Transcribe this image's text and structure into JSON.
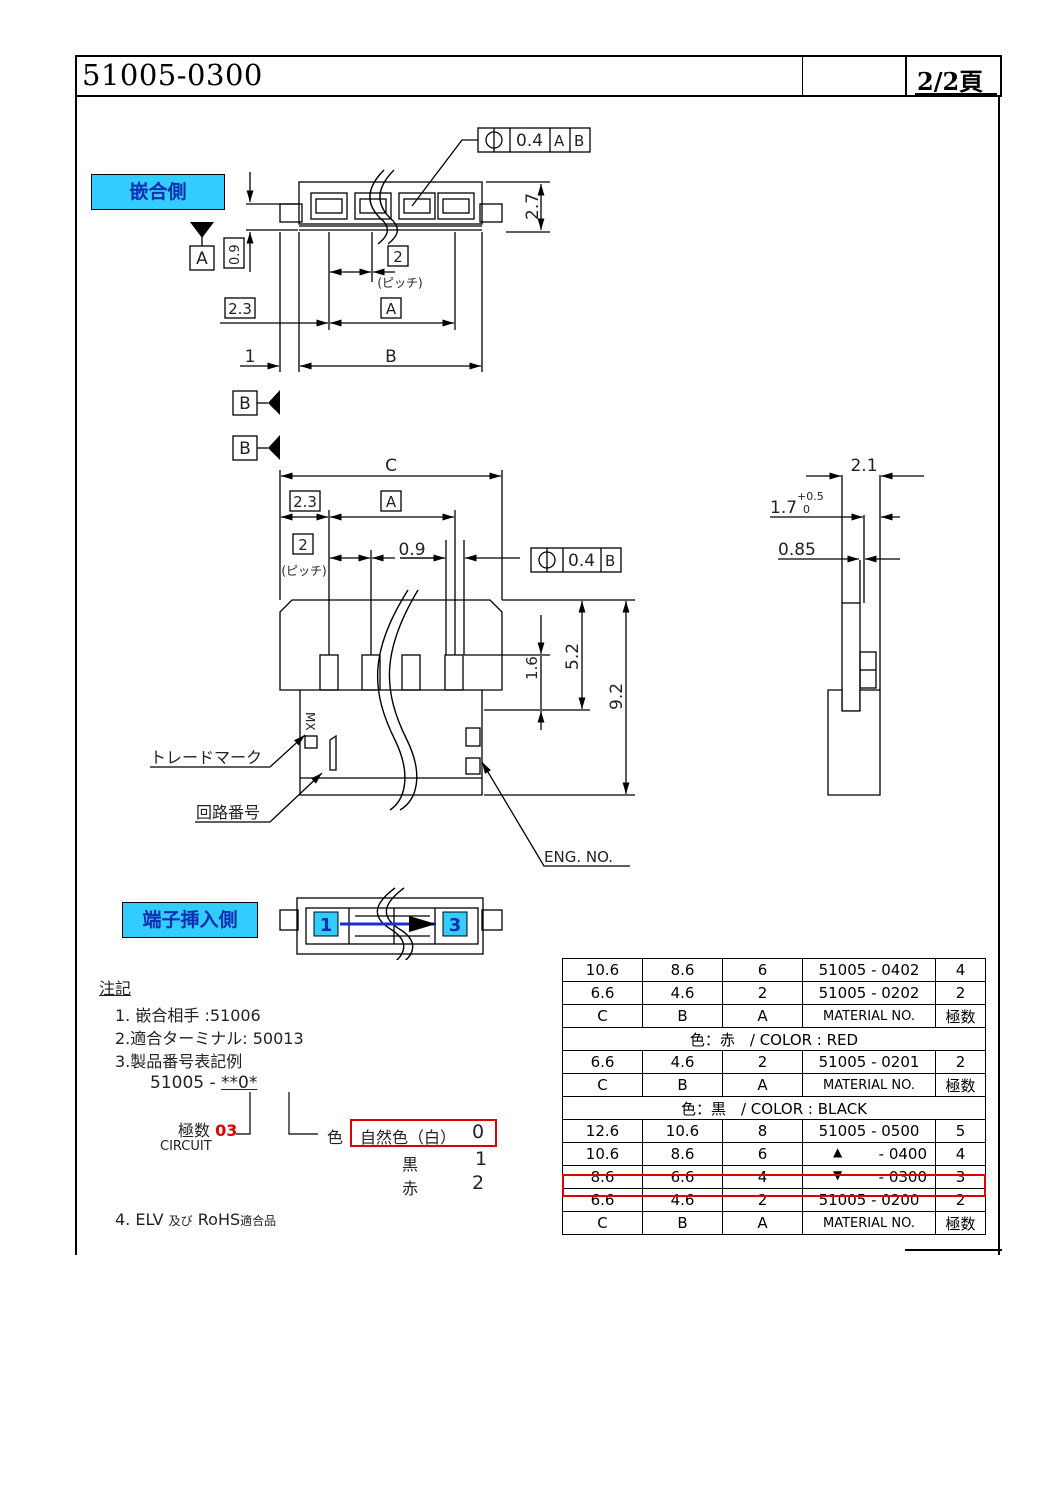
{
  "header": {
    "part_number": "51005-0300",
    "page": "2/2頁"
  },
  "views": {
    "mating_side_label": "嵌合側",
    "terminal_insertion_side_label": "端子挿入側"
  },
  "top_view": {
    "position_tolerance": "0.4",
    "datum_a": "A",
    "datum_b": "B",
    "height": "2.7",
    "offset_09": "0.9",
    "pitch": "2",
    "pitch_label": "(ピッチ)",
    "dim_a": "A",
    "dim_23": "2.3",
    "dim_1": "1",
    "dim_b": "B"
  },
  "front_view": {
    "dim_c": "C",
    "dim_23": "2.3",
    "dim_a": "A",
    "pitch": "2",
    "pitch_label": "(ピッチ)",
    "dim_09": "0.9",
    "position_tolerance": "0.4",
    "datum_b": "B",
    "dim_16": "1.6",
    "dim_52": "5.2",
    "dim_92": "9.2",
    "trademark_label": "トレードマーク",
    "circuit_no_label": "回路番号",
    "eng_no_label": "ENG. NO.",
    "marking": "MX"
  },
  "side_view": {
    "dim_21": "2.1",
    "dim_17": "1.7",
    "tol_plus": "+0.5",
    "tol_minus": "0",
    "dim_085": "0.85"
  },
  "insertion_view": {
    "first_circuit": "1",
    "last_circuit": "3"
  },
  "notes": {
    "heading": "注記",
    "line1": "1. 嵌合相手 :51006",
    "line2": "2.適合ターミナル: 50013",
    "line3": "3.製品番号表記例",
    "code_prefix": "51005 - ",
    "code_suffix": "**0*",
    "circuit_label": "極数",
    "circuit_value": "03",
    "circuit_en": "CIRCUIT",
    "color_label": "色",
    "color_options": [
      {
        "name": "自然色（白）",
        "code": "0"
      },
      {
        "name": "黒",
        "code": "1"
      },
      {
        "name": "赤",
        "code": "2"
      }
    ],
    "line4_prefix": "4. ELV",
    "line4_mid": "及び",
    "line4_suffix": "RoHS",
    "line4_end": "適合品"
  },
  "table": {
    "header": [
      "C",
      "B",
      "A",
      "MATERIAL NO.",
      "極数"
    ],
    "group_white_rows": [
      [
        "10.6",
        "8.6",
        "6",
        "51005 - 0402",
        "4"
      ],
      [
        "6.6",
        "4.6",
        "2",
        "51005 - 0202",
        "2"
      ]
    ],
    "color_red_label": "色：赤　/ COLOR : RED",
    "group_red_rows": [
      [
        "6.6",
        "4.6",
        "2",
        "51005 - 0201",
        "2"
      ]
    ],
    "color_black_label": "色：黒　/ COLOR : BLACK",
    "group_black_rows": [
      [
        "12.6",
        "10.6",
        "8",
        "51005 - 0500",
        "5"
      ],
      [
        "10.6",
        "8.6",
        "6",
        "- 0400",
        "4"
      ],
      [
        "8.6",
        "6.6",
        "4",
        "- 0300",
        "3"
      ],
      [
        "6.6",
        "4.6",
        "2",
        "51005 - 0200",
        "2"
      ]
    ]
  },
  "colors": {
    "label_bg": "#33ccff",
    "label_text": "#0a2fb0",
    "highlight": "#dd0000"
  }
}
